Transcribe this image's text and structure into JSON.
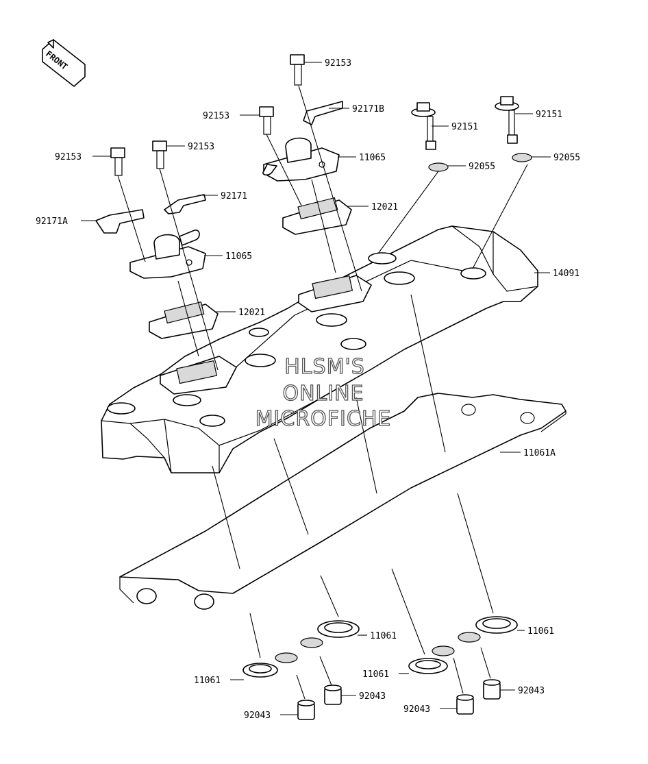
{
  "front_label": "FRONT",
  "watermark": {
    "line1": "HLSM'S",
    "line2": "ONLINE",
    "line3": "MICROFICHE"
  },
  "parts": {
    "bolt_92153_top": "92153",
    "bolt_92153_mid": "92153",
    "bolt_92153_left_b": "92153",
    "bolt_92153_left_a": "92153",
    "bracket_92171b": "92171B",
    "bracket_92171": "92171",
    "bracket_92171a": "92171A",
    "bolt_92151_a": "92151",
    "bolt_92151_b": "92151",
    "washer_92055_a": "92055",
    "washer_92055_b": "92055",
    "breather_cover_11065_a": "11065",
    "breather_cover_11065_b": "11065",
    "plate_12021_a": "12021",
    "plate_12021_b": "12021",
    "head_cover_14091": "14091",
    "gasket_11061a": "11061A",
    "seal_11061_a": "11061",
    "seal_11061_b": "11061",
    "seal_11061_c": "11061",
    "seal_11061_d": "11061",
    "dowel_92043_a": "92043",
    "dowel_92043_b": "92043",
    "dowel_92043_c": "92043",
    "dowel_92043_d": "92043"
  }
}
